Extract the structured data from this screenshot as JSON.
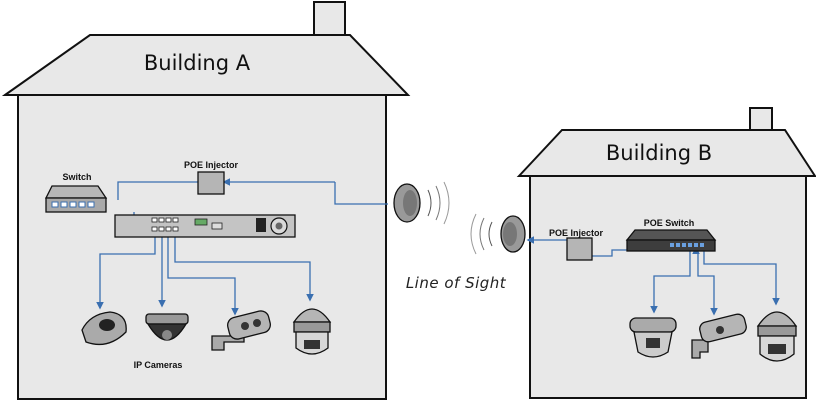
{
  "building_a": {
    "title": "Building A",
    "switch_label": "Switch",
    "poe_injector_label": "POE Injector",
    "cameras_label": "IP Cameras"
  },
  "building_b": {
    "title": "Building B",
    "poe_injector_label": "POE Injector",
    "poe_switch_label": "POE Switch"
  },
  "link_label": "Line of Sight",
  "colors": {
    "wire": "#3a6fb0",
    "building_fill": "#e8e8e8",
    "outline": "#111111"
  }
}
